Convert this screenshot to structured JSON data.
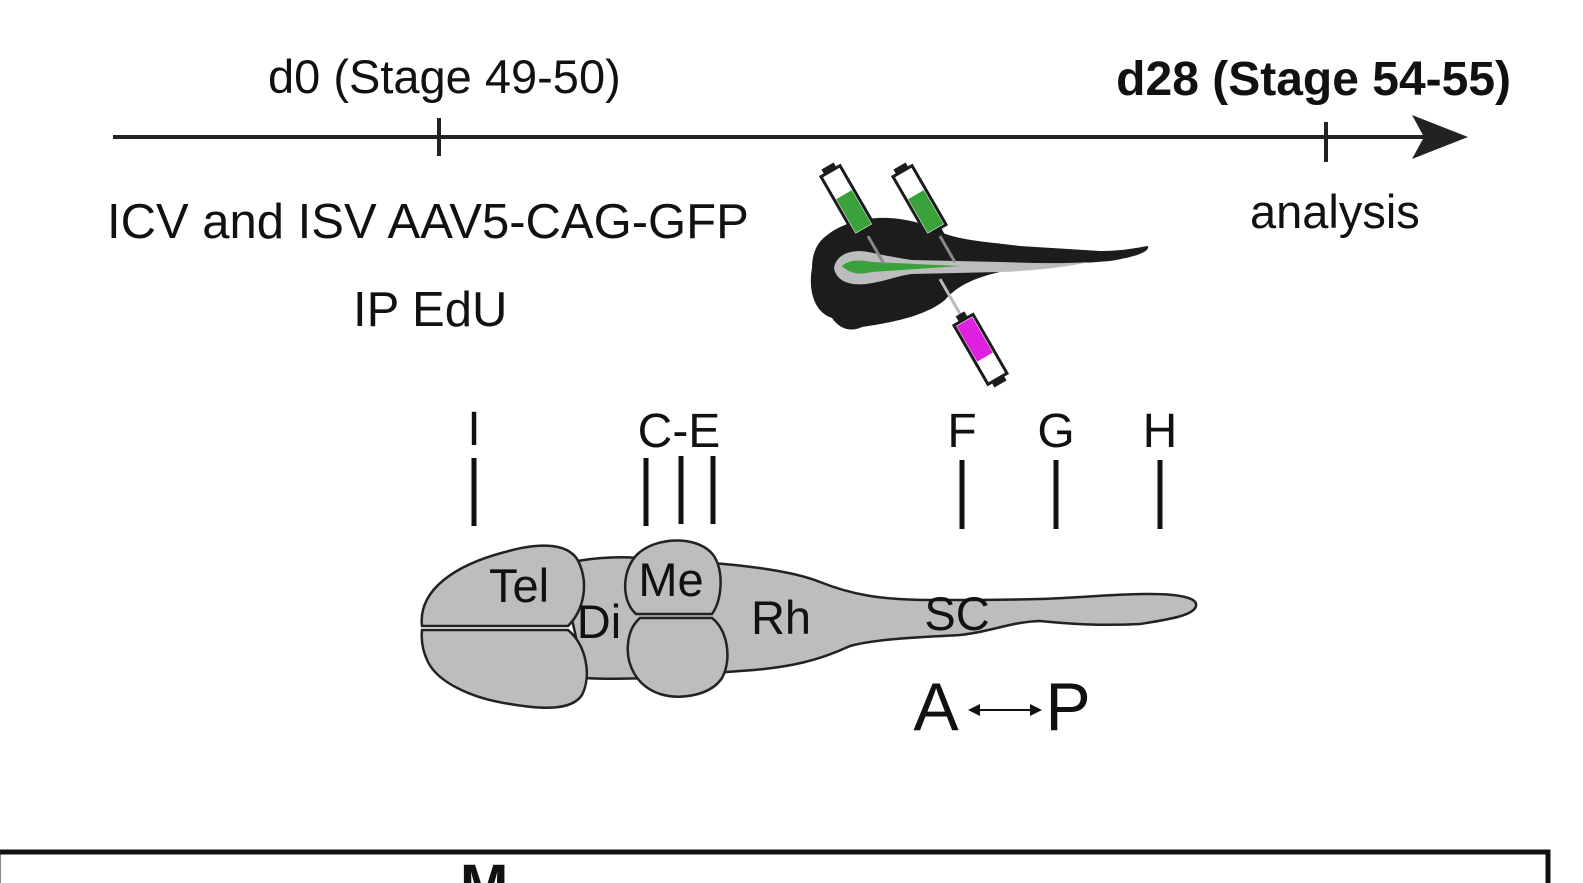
{
  "timeline": {
    "start_label": "d0 (Stage 49-50)",
    "end_label": "d28 (Stage 54-55)",
    "treatment_line1": "ICV and ISV AAV5-CAG-GFP",
    "treatment_line2": "IP EdU",
    "end_caption": "analysis"
  },
  "brain": {
    "regions": {
      "tel": "Tel",
      "di": "Di",
      "me": "Me",
      "rh": "Rh",
      "sc": "SC"
    },
    "section_markers": [
      "I",
      "C-E",
      "F",
      "G",
      "H"
    ],
    "axis": {
      "anterior": "A",
      "posterior": "P"
    }
  },
  "colors": {
    "line": "#222222",
    "brain_fill": "#bcbdbf",
    "tadpole": "#1c1c1c",
    "gfp_green": "#3aa23a",
    "edu_magenta": "#e020e0"
  },
  "bottom_panel": {
    "partial_title": "M"
  }
}
